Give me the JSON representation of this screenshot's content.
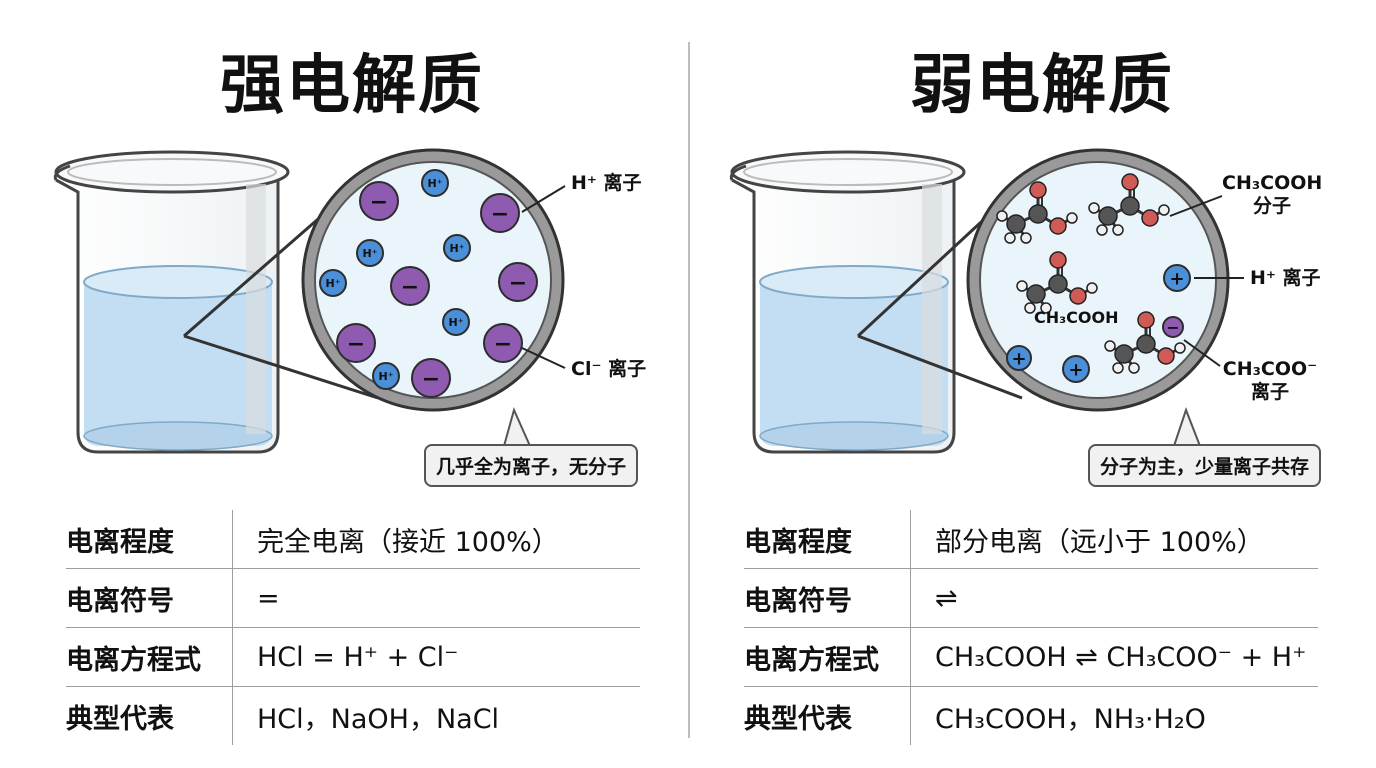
{
  "left": {
    "title": "强电解质",
    "labels": {
      "h_ion": "H⁺ 离子",
      "cl_ion": "Cl⁻ 离子"
    },
    "ion_marks": {
      "h": "H⁺",
      "cl": "−"
    },
    "bubble": "几乎全为离子，无分子",
    "table": [
      {
        "key": "电离程度",
        "value": "完全电离（接近 100%）"
      },
      {
        "key": "电离符号",
        "value": "="
      },
      {
        "key": "电离方程式",
        "value": "HCl = H⁺ + Cl⁻"
      },
      {
        "key": "典型代表",
        "value": "HCl，NaOH，NaCl"
      }
    ]
  },
  "right": {
    "title": "弱电解质",
    "labels": {
      "acetic_line1": "CH₃COOH",
      "acetic_line2": "分子",
      "h_ion": "H⁺ 离子",
      "acetate_line1": "CH₃COO⁻",
      "acetate_line2": "离子",
      "inner_molecule": "CH₃COOH"
    },
    "ion_marks": {
      "h": "+",
      "acetate": "−"
    },
    "bubble": "分子为主，少量离子共存",
    "table": [
      {
        "key": "电离程度",
        "value": "部分电离（远小于 100%）"
      },
      {
        "key": "电离符号",
        "value": "⇌"
      },
      {
        "key": "电离方程式",
        "value": "CH₃COOH ⇌ CH₃COO⁻ + H⁺"
      },
      {
        "key": "典型代表",
        "value": "CH₃COOH，NH₃·H₂O"
      }
    ]
  },
  "colors": {
    "cl_ion": "#8e5bb0",
    "h_ion": "#4a8fd8",
    "water": "#c3def2",
    "solution_bg": "#eaf4fb",
    "ring": "#9a9a9a",
    "carbon": "#555555",
    "oxygen": "#d05a55",
    "hydrogen": "#f0f0f0"
  }
}
